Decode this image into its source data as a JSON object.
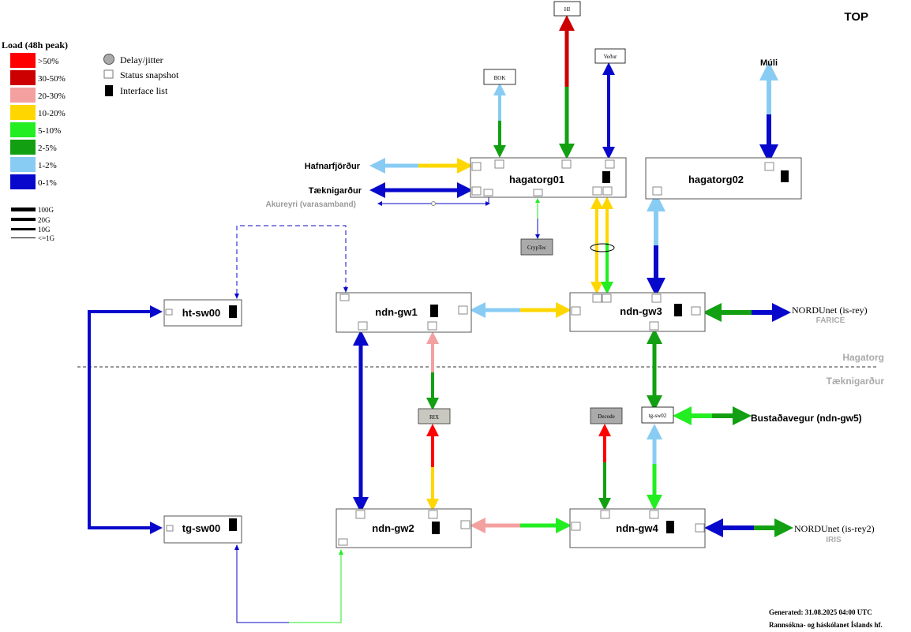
{
  "title": "TOP",
  "legend": {
    "title": "Load (48h peak)",
    "colors": [
      {
        "label": ">50%",
        "color": "#ff0000"
      },
      {
        "label": "30-50%",
        "color": "#cc0000"
      },
      {
        "label": "20-30%",
        "color": "#f4a0a0"
      },
      {
        "label": "10-20%",
        "color": "#ffd700"
      },
      {
        "label": "5-10%",
        "color": "#22ee22"
      },
      {
        "label": "2-5%",
        "color": "#12a012"
      },
      {
        "label": "1-2%",
        "color": "#88ccf4"
      },
      {
        "label": "0-1%",
        "color": "#0808cc"
      }
    ],
    "symbols": {
      "delay": "Delay/jitter",
      "snapshot": "Status snapshot",
      "iflist": "Interface list"
    },
    "speeds": [
      "100G",
      "20G",
      "10G",
      "<=1G"
    ]
  },
  "nodes": {
    "hagatorg01": "hagatorg01",
    "hagatorg02": "hagatorg02",
    "ndn_gw1": "ndn-gw1",
    "ndn_gw2": "ndn-gw2",
    "ndn_gw3": "ndn-gw3",
    "ndn_gw4": "ndn-gw4",
    "ht_sw00": "ht-sw00",
    "tg_sw00": "tg-sw00"
  },
  "small_boxes": {
    "hi": "HI",
    "bok": "BOK",
    "vedur": "Veður",
    "cryptec": "CrypTec",
    "rix": "RIX",
    "decode": "Decode",
    "tg_sw02": "tg-sw02"
  },
  "external": {
    "mula": "Múli",
    "hafnarfjordur": "Hafnarfjörður",
    "taeknigardur": "Tæknigarður",
    "akureyri": "Akureyri (varasamband)",
    "nordunet_rey": "NORDUnet (is-rey)",
    "farice": "FARICE",
    "nordunet_rey2": "NORDUnet (is-rey2)",
    "iris": "IRIS",
    "bustadavegur": "Bustaðavegur (ndn-gw5)"
  },
  "zones": {
    "hagatorg": "Hagatorg",
    "taeknigardur": "Tæknigarður"
  },
  "footer": {
    "generated": "Generated:  31.08.2025 04:00 UTC",
    "org": "Rannsókna- og háskólanet Íslands hf."
  }
}
